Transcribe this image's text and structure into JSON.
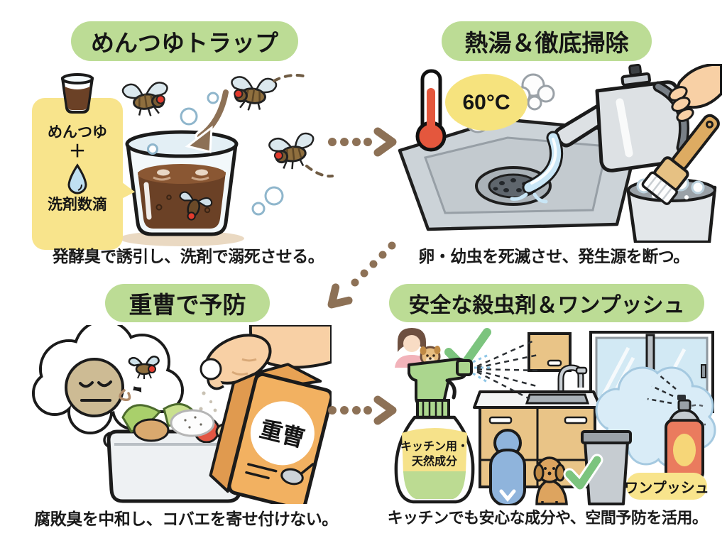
{
  "panels": {
    "trap": {
      "title": "めんつゆトラップ",
      "caption": "発酵臭で誘引し、洗剤で溺死させる。",
      "bubble": {
        "line1": "めんつゆ",
        "plus": "＋",
        "line2": "洗剤数滴"
      }
    },
    "hotwater": {
      "title": "熱湯＆徹底掃除",
      "caption": "卵・幼虫を死滅させ、発生源を断つ。",
      "temperature": "60°C"
    },
    "soda": {
      "title": "重曹で予防",
      "caption": "腐敗臭を中和し、コバエを寄せ付けない。",
      "bag_label": "重曹"
    },
    "spray": {
      "title": "安全な殺虫剤＆ワンプッシュ",
      "caption": "キッチンでも安心な成分や、空間予防を活用。",
      "bottle_label_line1": "キッチン用・",
      "bottle_label_line2": "天然成分",
      "push_label": "ワンプッシュ"
    }
  },
  "colors": {
    "pill-green": "#bcdc95",
    "bubble-yellow": "#f8e48c",
    "arrow-brown": "#8d7156",
    "check-green": "#7cc47e",
    "thermo-red": "#e4573d",
    "liquid-brown": "#6b4126",
    "bag-orange": "#f2b161",
    "spray-green": "#abd68e",
    "can-red": "#ea7b5e",
    "skin": "#f8d0a5",
    "ink": "#1c1c1c"
  }
}
